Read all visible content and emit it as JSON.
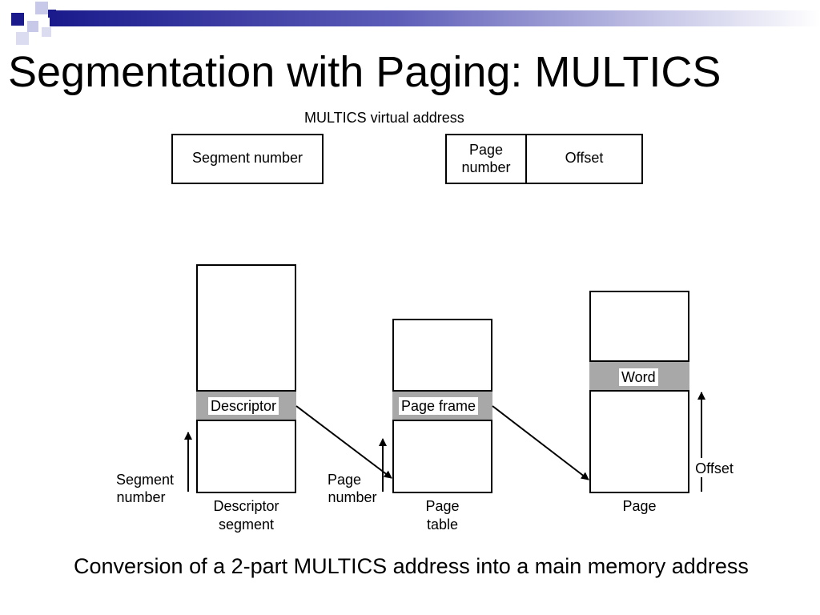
{
  "slide": {
    "title": "Segmentation with Paging: MULTICS",
    "caption": "Conversion of a 2-part MULTICS address into a main memory address"
  },
  "diagram": {
    "virtual_address_label": "MULTICS virtual address",
    "segment_number_field": "Segment number",
    "page_number_field_line1": "Page",
    "page_number_field_line2": "number",
    "offset_field": "Offset",
    "descriptor_label": "Descriptor",
    "page_frame_label": "Page frame",
    "word_label": "Word",
    "segment_number_arrow_line1": "Segment",
    "segment_number_arrow_line2": "number",
    "page_number_arrow_line1": "Page",
    "page_number_arrow_line2": "number",
    "offset_arrow_label": "Offset",
    "descriptor_segment_caption_line1": "Descriptor",
    "descriptor_segment_caption_line2": "segment",
    "page_table_caption_line1": "Page",
    "page_table_caption_line2": "table",
    "page_caption": "Page"
  },
  "colors": {
    "highlight_band": "#a8a8a8",
    "title_bar_dark": "#1a1a8c"
  }
}
